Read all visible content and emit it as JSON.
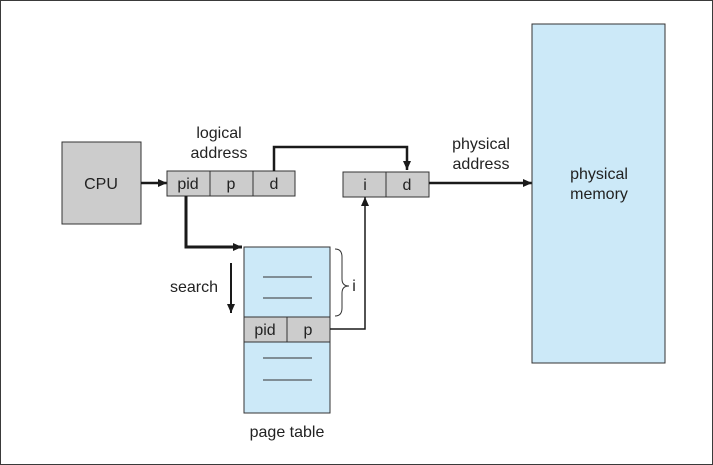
{
  "diagram": {
    "cpu_label": "CPU",
    "logical_address_label": [
      "logical",
      "address"
    ],
    "logical_fields": [
      "pid",
      "p",
      "d"
    ],
    "physical_fields": [
      "i",
      "d"
    ],
    "physical_address_label": [
      "physical",
      "address"
    ],
    "physical_memory_label": [
      "physical",
      "memory"
    ],
    "search_label": "search",
    "page_table_label": "page table",
    "page_table_entry": [
      "pid",
      "p"
    ],
    "brace_label": "i"
  },
  "colors": {
    "gray_box": "#cccccc",
    "blue_box": "#cce9f8",
    "line": "#1a1a1a"
  }
}
